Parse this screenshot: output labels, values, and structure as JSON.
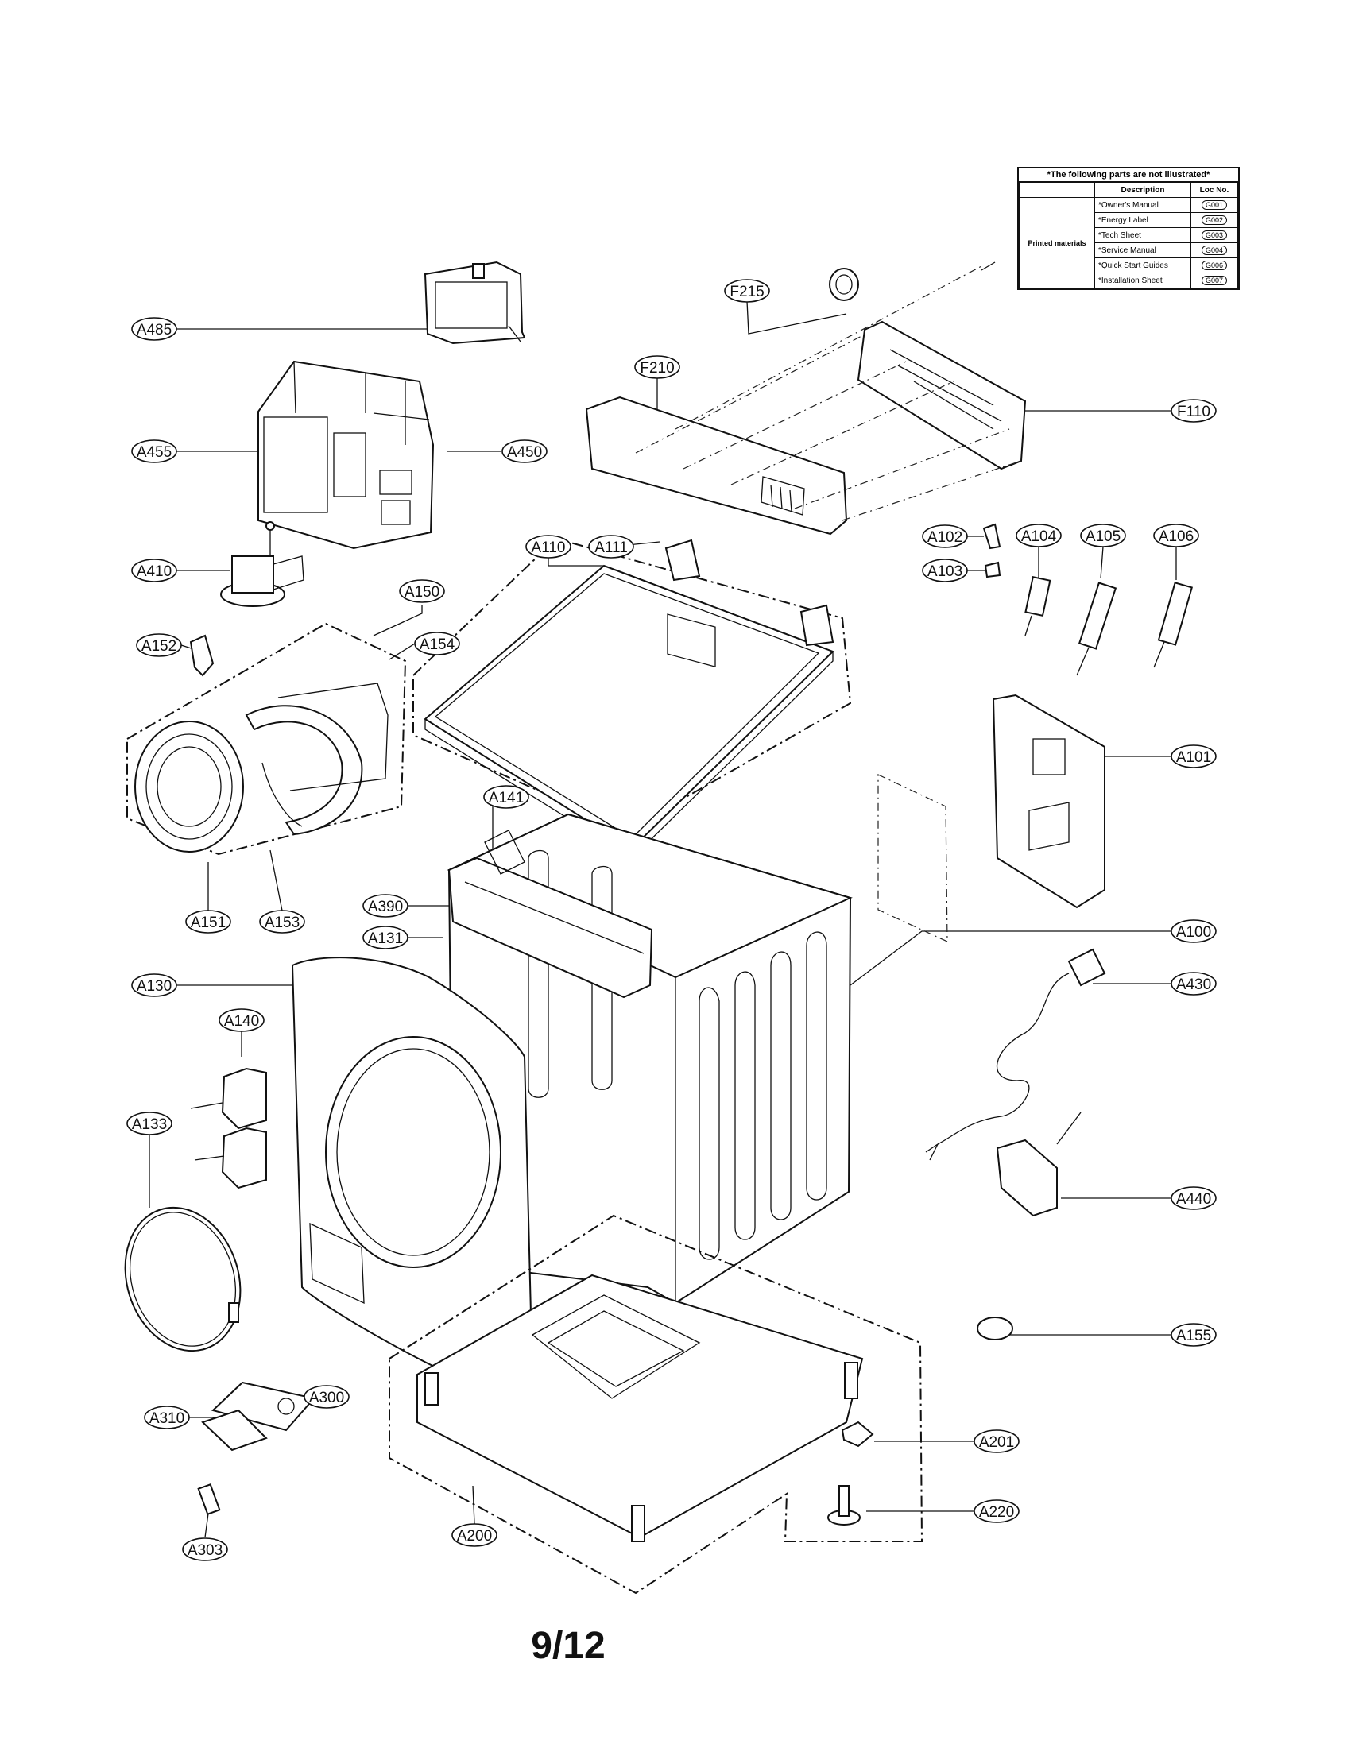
{
  "legend": {
    "title": "*The following parts are not illustrated*",
    "headers": {
      "description": "Description",
      "loc_no": "Loc No."
    },
    "category": "Printed materials",
    "rows": [
      {
        "description": "*Owner's Manual",
        "loc": "G001"
      },
      {
        "description": "*Energy Label",
        "loc": "G002"
      },
      {
        "description": "*Tech Sheet",
        "loc": "G003"
      },
      {
        "description": "*Service Manual",
        "loc": "G004"
      },
      {
        "description": "*Quick Start Guides",
        "loc": "G006"
      },
      {
        "description": "*Installation Sheet",
        "loc": "G007"
      }
    ]
  },
  "labels": {
    "A485": "A485",
    "A455": "A455",
    "A450": "A450",
    "A410": "A410",
    "A150": "A150",
    "A152": "A152",
    "A154": "A154",
    "A151": "A151",
    "A153": "A153",
    "A110": "A110",
    "A111": "A111",
    "A141": "A141",
    "A390": "A390",
    "A131": "A131",
    "A130": "A130",
    "A140": "A140",
    "A133": "A133",
    "A300": "A300",
    "A310": "A310",
    "A303": "A303",
    "A200": "A200",
    "A201": "A201",
    "A220": "A220",
    "A155": "A155",
    "A440": "A440",
    "A430": "A430",
    "A100": "A100",
    "A101": "A101",
    "A102": "A102",
    "A103": "A103",
    "A104": "A104",
    "A105": "A105",
    "A106": "A106",
    "F215": "F215",
    "F210": "F210",
    "F110": "F110"
  },
  "page": {
    "number": "9/12"
  }
}
